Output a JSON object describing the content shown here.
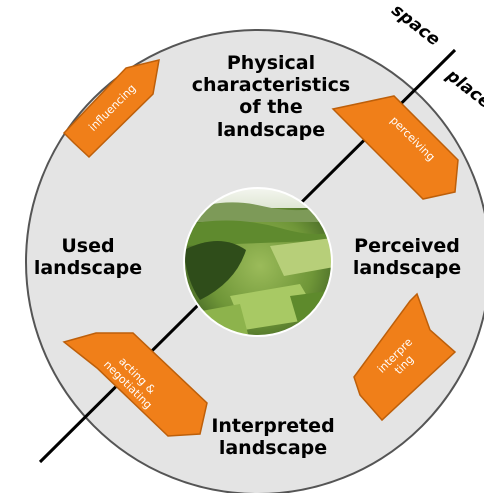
{
  "quadrants": {
    "top": "Physical\ncharacteristics\nof the\nlandscape",
    "right": "Perceived\nlandscape",
    "bottom": "Interpreted\nlandscape",
    "left": "Used\nlandscape"
  },
  "arrows": {
    "top_right": "perceiving",
    "bottom_right": "interpre\nting",
    "bottom_left": "acting &\nnegotiating",
    "top_left": "influencing"
  },
  "divider": {
    "space": "space",
    "place": "place"
  },
  "colors": {
    "ring": "#e4e4e4",
    "arrow": "#f07f19",
    "arrow_edge": "#bd5f0a"
  }
}
